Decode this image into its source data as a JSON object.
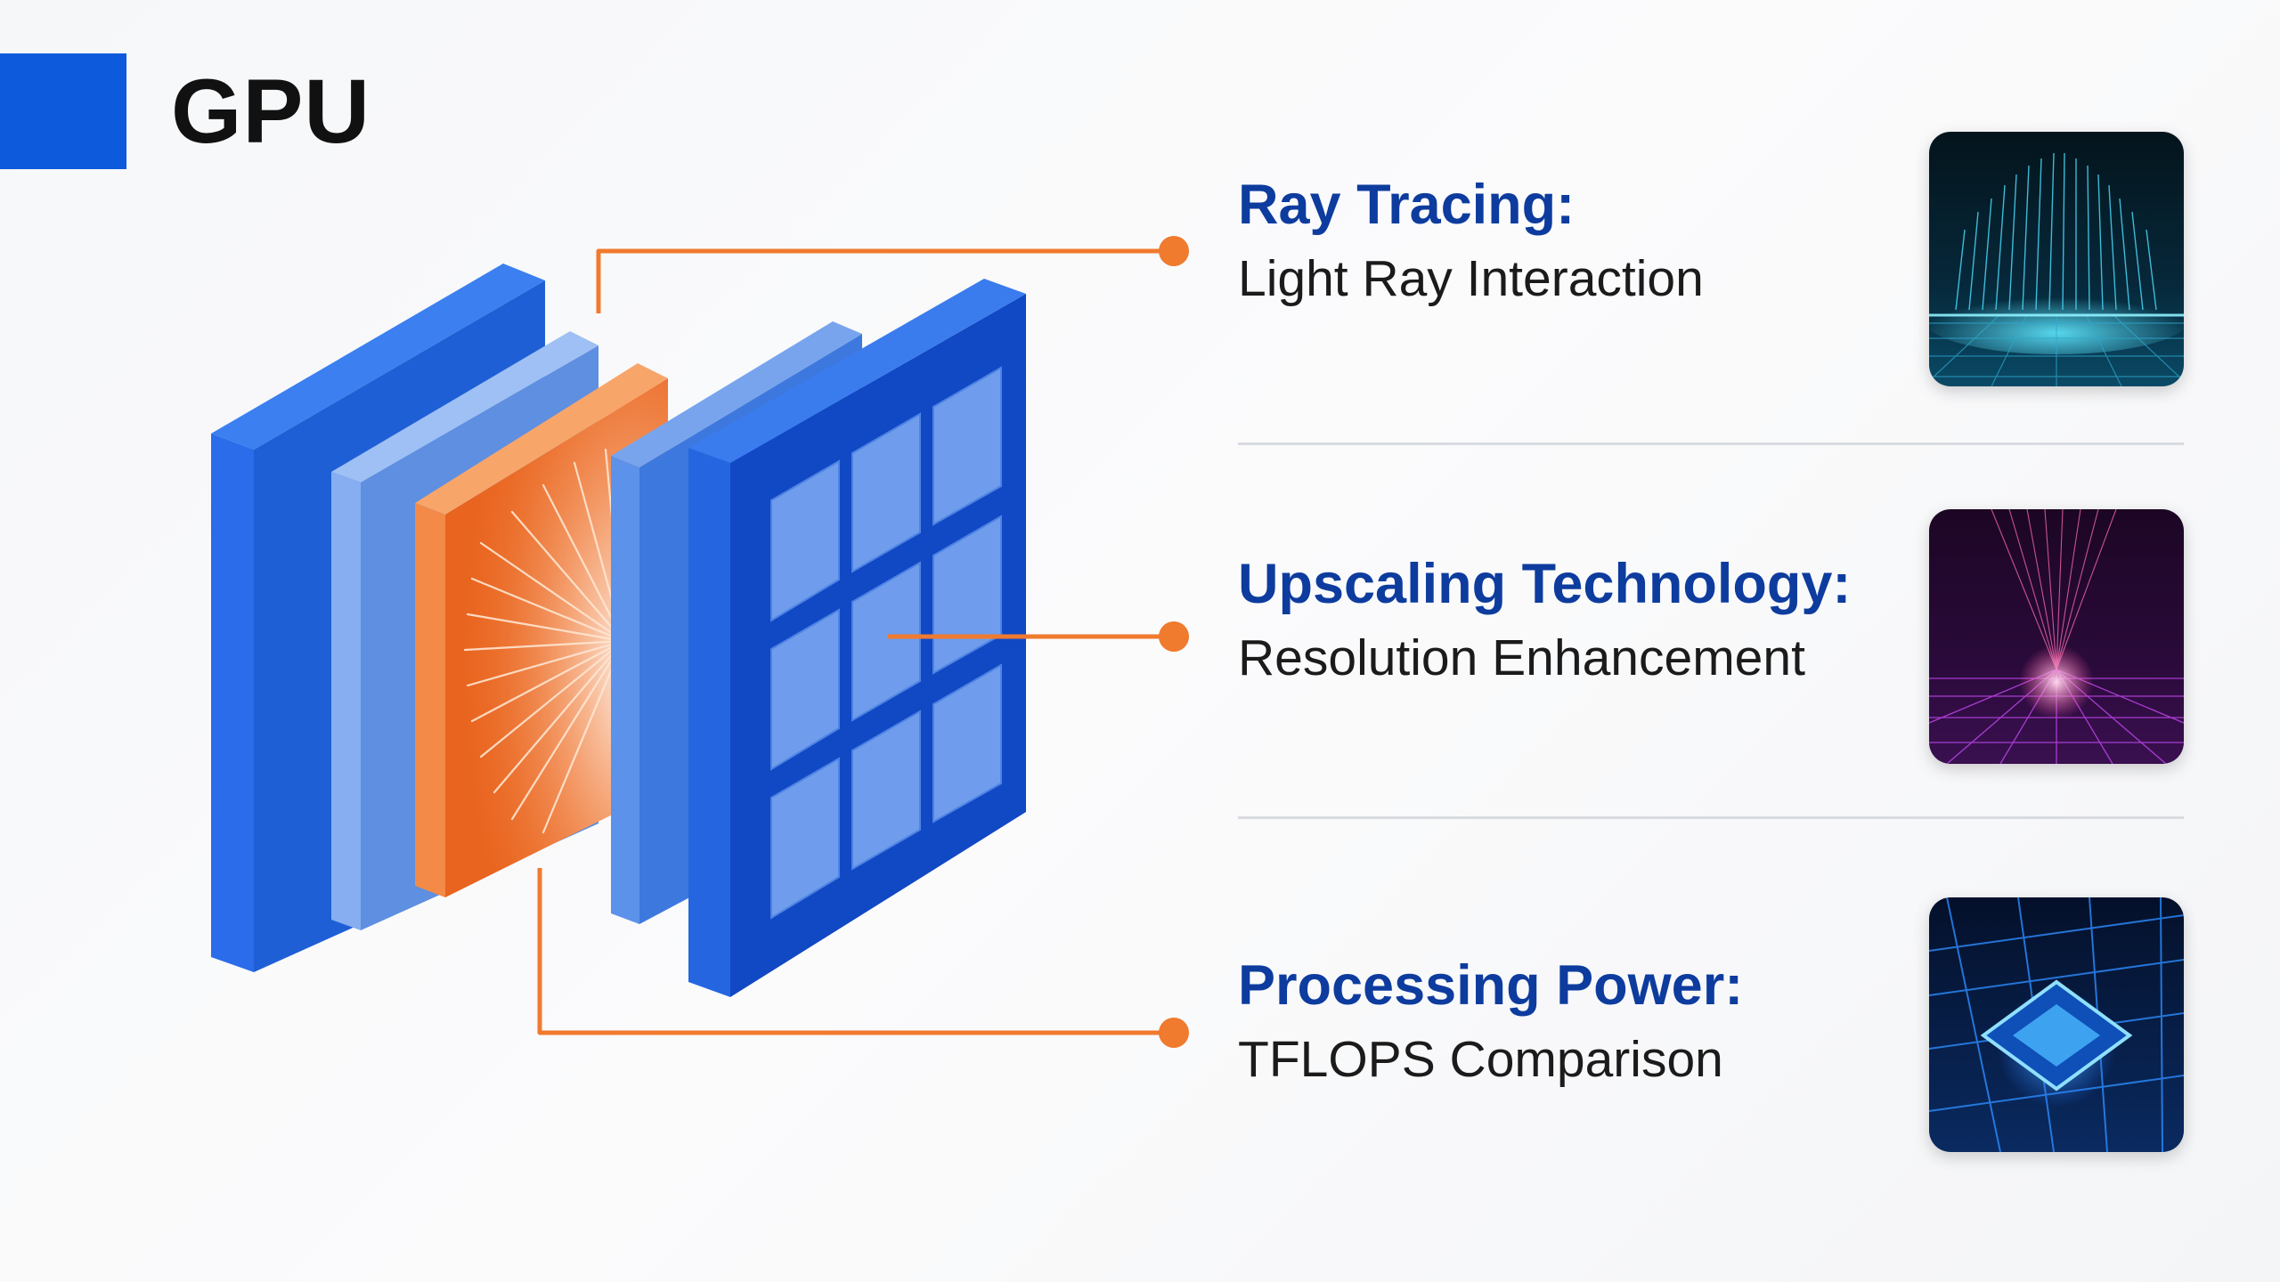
{
  "title": "GPU",
  "colors": {
    "accent_blue": "#0d5bdc",
    "heading_blue": "#0d3c9e",
    "connector_orange": "#f07a2e",
    "divider_gray": "#d8dbe0"
  },
  "features": [
    {
      "title": "Ray Tracing:",
      "subtitle": "Light Ray Interaction",
      "thumbnail_icon": "light-rays-grid-icon"
    },
    {
      "title": "Upscaling Technology:",
      "subtitle": "Resolution Enhancement",
      "thumbnail_icon": "laser-beam-grid-icon"
    },
    {
      "title": "Processing Power:",
      "subtitle": "TFLOPS Comparison",
      "thumbnail_icon": "glowing-chip-grid-icon"
    }
  ]
}
